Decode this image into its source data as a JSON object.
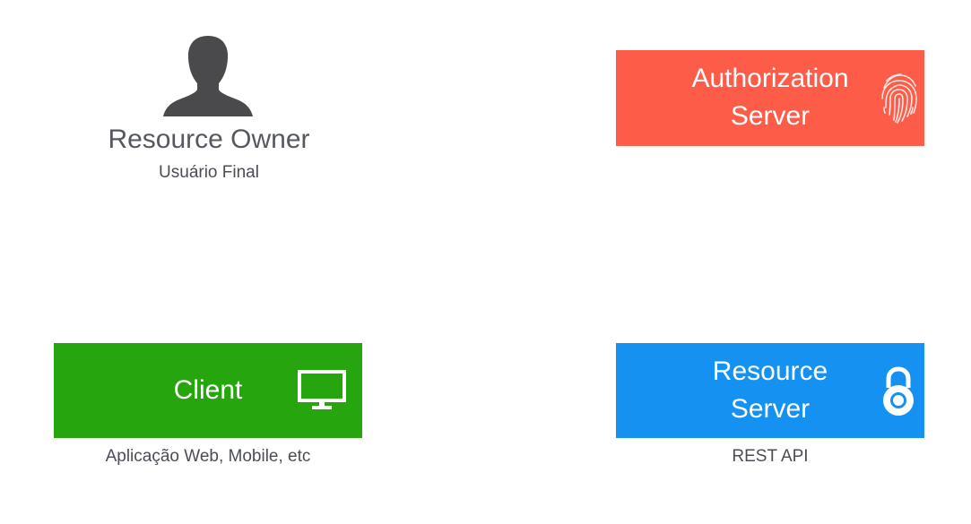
{
  "resource_owner": {
    "title": "Resource Owner",
    "subtitle": "Usuário Final",
    "icon": "user-silhouette-icon"
  },
  "authorization_server": {
    "line1": "Authorization",
    "line2": "Server",
    "color": "#fd5c48",
    "icon": "fingerprint-icon"
  },
  "client": {
    "label": "Client",
    "caption": "Aplicação Web, Mobile, etc",
    "color": "#27a50e",
    "icon": "monitor-icon"
  },
  "resource_server": {
    "line1": "Resource",
    "line2": "Server",
    "caption": "REST API",
    "color": "#1591f2",
    "icon": "padlock-icon"
  }
}
